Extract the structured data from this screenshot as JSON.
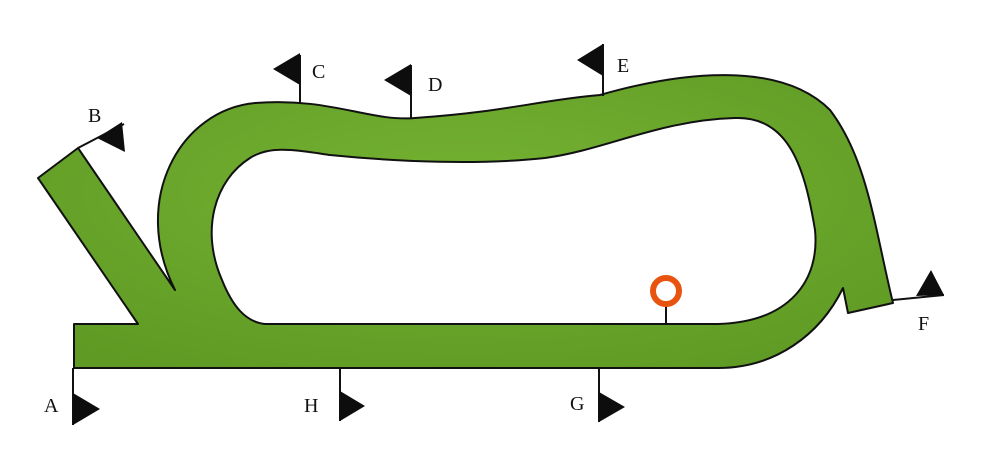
{
  "colors": {
    "track": "#6aa52a",
    "outline": "#111111",
    "flag": "#0d0d0d",
    "winning_post": "#e8540f"
  },
  "markers": {
    "a": "A",
    "b": "B",
    "c": "C",
    "d": "D",
    "e": "E",
    "f": "F",
    "g": "G",
    "h": "H"
  }
}
